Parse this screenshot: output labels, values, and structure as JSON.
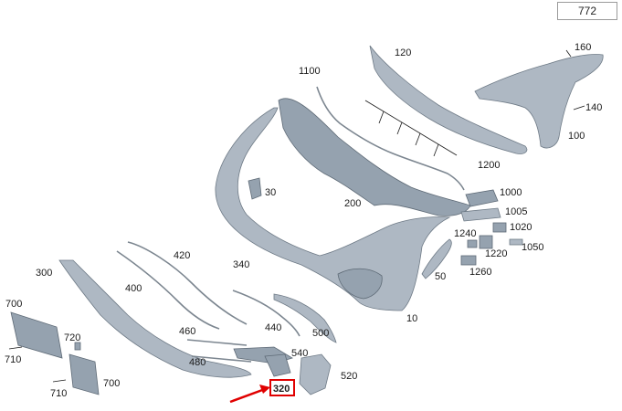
{
  "page_number": "772",
  "highlight_color": "#e00000",
  "callouts": [
    {
      "id": "c120",
      "label": "120"
    },
    {
      "id": "c160",
      "label": "160"
    },
    {
      "id": "c1100",
      "label": "1100"
    },
    {
      "id": "c140",
      "label": "140"
    },
    {
      "id": "c100",
      "label": "100"
    },
    {
      "id": "c1200",
      "label": "1200"
    },
    {
      "id": "c30",
      "label": "30"
    },
    {
      "id": "c1000",
      "label": "1000"
    },
    {
      "id": "c200",
      "label": "200"
    },
    {
      "id": "c1005",
      "label": "1005"
    },
    {
      "id": "c1020",
      "label": "1020"
    },
    {
      "id": "c1240",
      "label": "1240"
    },
    {
      "id": "c1050",
      "label": "1050"
    },
    {
      "id": "c1220",
      "label": "1220"
    },
    {
      "id": "c420",
      "label": "420"
    },
    {
      "id": "c300",
      "label": "300"
    },
    {
      "id": "c340",
      "label": "340"
    },
    {
      "id": "c1260",
      "label": "1260"
    },
    {
      "id": "c50",
      "label": "50"
    },
    {
      "id": "c400",
      "label": "400"
    },
    {
      "id": "c700a",
      "label": "700"
    },
    {
      "id": "c10",
      "label": "10"
    },
    {
      "id": "c440",
      "label": "440"
    },
    {
      "id": "c460",
      "label": "460"
    },
    {
      "id": "c500",
      "label": "500"
    },
    {
      "id": "c720",
      "label": "720"
    },
    {
      "id": "c540",
      "label": "540"
    },
    {
      "id": "c710a",
      "label": "710"
    },
    {
      "id": "c480",
      "label": "480"
    },
    {
      "id": "c520",
      "label": "520"
    },
    {
      "id": "c700b",
      "label": "700"
    },
    {
      "id": "c320",
      "label": "320",
      "highlighted": true
    },
    {
      "id": "c710b",
      "label": "710"
    }
  ]
}
